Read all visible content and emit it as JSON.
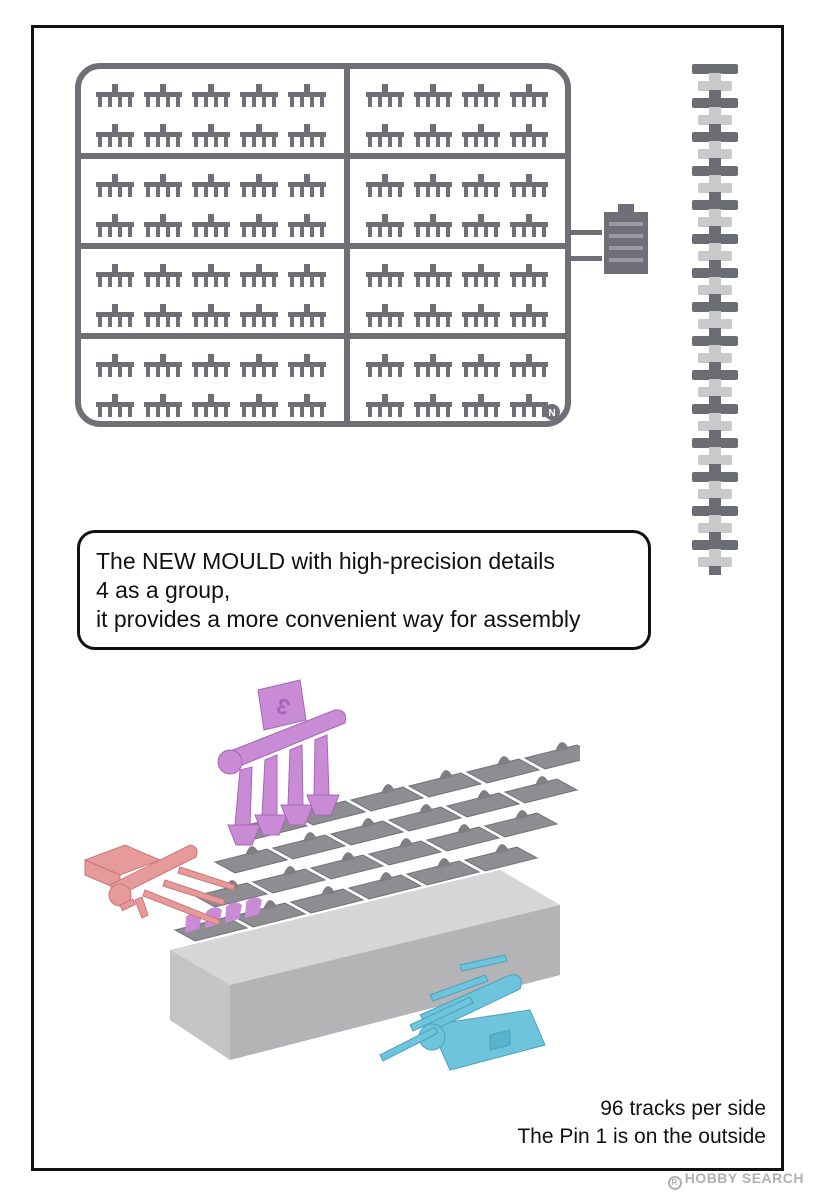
{
  "callout": {
    "lines": [
      "The NEW MOULD with high-precision details",
      "4 as a group,",
      "it provides a more convenient way for assembly"
    ]
  },
  "sprue": {
    "letter": "N"
  },
  "footer": {
    "lines": [
      "96 tracks per side",
      "The Pin 1 is on the outside"
    ]
  },
  "watermark": {
    "text": "HOBBY SEARCH",
    "mark": "R"
  },
  "colors": {
    "frame": "#111111",
    "sprue": "#6f6f78",
    "track_dark": "#6c6c74",
    "track_light": "#c9c9cc",
    "part_purple": "#c98ad6",
    "part_pink": "#e79a9a",
    "part_blue": "#6ec4dd",
    "track_block": "#8e8e92",
    "track_base": "#c4c4c6"
  }
}
